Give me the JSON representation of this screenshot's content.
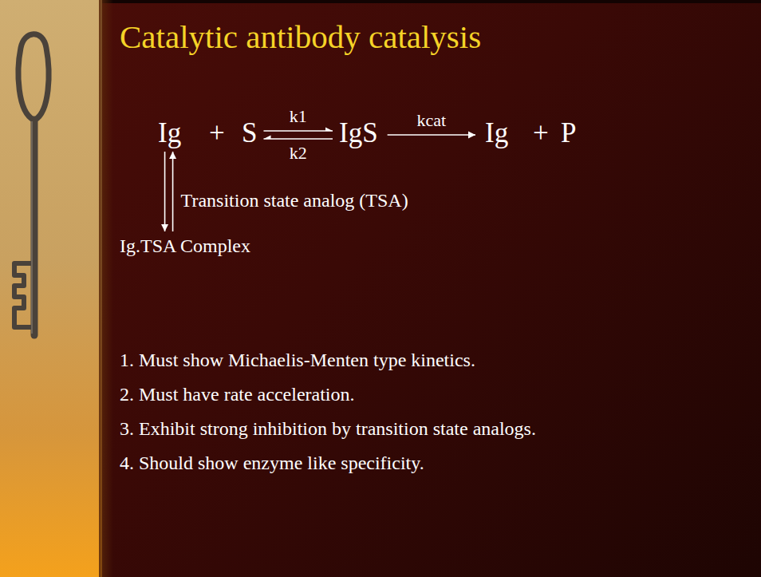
{
  "diagram": {
    "title": "Catalytic antibody catalysis",
    "nodes": [
      {
        "text": [
          "Ig"
        ]
      },
      {
        "text": [
          "S"
        ]
      },
      {
        "text": [
          "IgS"
        ]
      },
      {
        "text": [
          "Ig"
        ]
      },
      {
        "text": [
          "P"
        ]
      },
      {
        "text": [
          "Ig.TSA Complex"
        ]
      }
    ],
    "edges": [
      {
        "from": 1,
        "to": 2,
        "arrow": "to",
        "label": "k1"
      },
      {
        "from": 2,
        "to": 1,
        "arrow": "to",
        "label": "k2"
      },
      {
        "from": 2,
        "to": 3,
        "arrow": "to",
        "label": "kcat"
      },
      {
        "from": 0,
        "to": 5,
        "arrow": "to"
      },
      {
        "from": 5,
        "to": 0,
        "arrow": "to",
        "label": "Transition state analog (TSA)"
      }
    ],
    "labels": [
      "+",
      "+",
      "1. Must show Michaelis-Menten type kinetics.",
      "2. Must have rate acceleration.",
      "3. Exhibit strong inhibition by transition state analogs.",
      "4. Should show enzyme like specificity."
    ]
  }
}
